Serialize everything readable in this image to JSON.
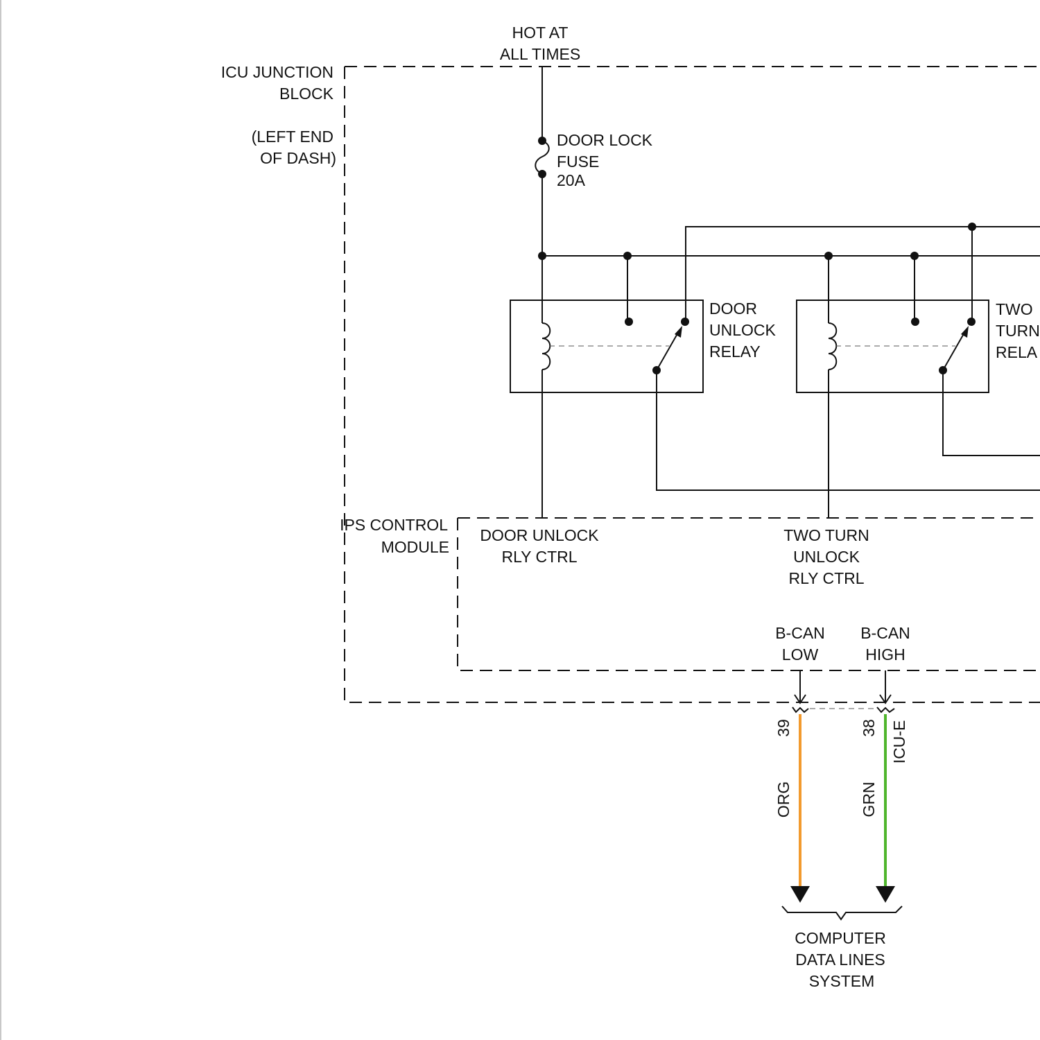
{
  "colors": {
    "ink": "#111111",
    "org_wire": "#f29a2e",
    "grn_wire": "#4fb52c"
  },
  "power": {
    "line1": "HOT AT",
    "line2": "ALL TIMES"
  },
  "junction_block": {
    "line1": "ICU JUNCTION",
    "line2": "BLOCK",
    "loc1": "(LEFT END",
    "loc2": "OF DASH)"
  },
  "fuse": {
    "line1": "DOOR LOCK",
    "line2": "FUSE",
    "line3": "20A"
  },
  "relay1": {
    "line1": "DOOR",
    "line2": "UNLOCK",
    "line3": "RELAY"
  },
  "relay2": {
    "line1": "TWO",
    "line2": "TURN",
    "line3": "RELA"
  },
  "module": {
    "line1": "IPS CONTROL",
    "line2": "MODULE",
    "pin1_line1": "DOOR UNLOCK",
    "pin1_line2": "RLY CTRL",
    "pin2_line1": "TWO TURN",
    "pin2_line2": "UNLOCK",
    "pin2_line3": "RLY CTRL",
    "bcan_low1": "B-CAN",
    "bcan_low2": "LOW",
    "bcan_high1": "B-CAN",
    "bcan_high2": "HIGH"
  },
  "connector": {
    "name": "ICU-E",
    "pin_low": "39",
    "pin_high": "38",
    "wire_low": "ORG",
    "wire_high": "GRN"
  },
  "destination": {
    "line1": "COMPUTER",
    "line2": "DATA LINES",
    "line3": "SYSTEM"
  }
}
